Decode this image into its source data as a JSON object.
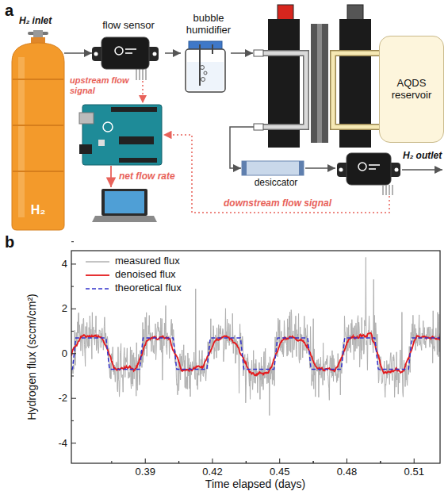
{
  "diagram": {
    "nodes": [
      {
        "text": [
          "H₂"
        ]
      },
      {
        "text": [
          "flow sensor"
        ]
      },
      {
        "text": [
          "bubble humidifier"
        ]
      },
      {
        "text": [
          "AQDS reservoir"
        ]
      },
      {
        "text": [
          "desiccator"
        ]
      }
    ],
    "edges": [
      {
        "from": 0,
        "to": 1,
        "arrow": "to"
      },
      {
        "from": 1,
        "to": 2,
        "arrow": "to"
      }
    ],
    "labels": [
      "a",
      "H₂ inlet",
      "upstream flow signal",
      "net flow rate",
      "downstream flow signal",
      "H₂ outlet",
      "b",
      "4",
      "2",
      "0",
      "-2",
      "-4",
      "0.39",
      "0.42",
      "0.45",
      "0.48",
      "0.51",
      "Hydrogen flux (sccm/cm²)",
      "Time elapsed (days)"
    ],
    "legend": [
      {
        "text": "measured flux"
      },
      {
        "text": "denoised flux"
      },
      {
        "text": "theoretical flux"
      }
    ]
  }
}
